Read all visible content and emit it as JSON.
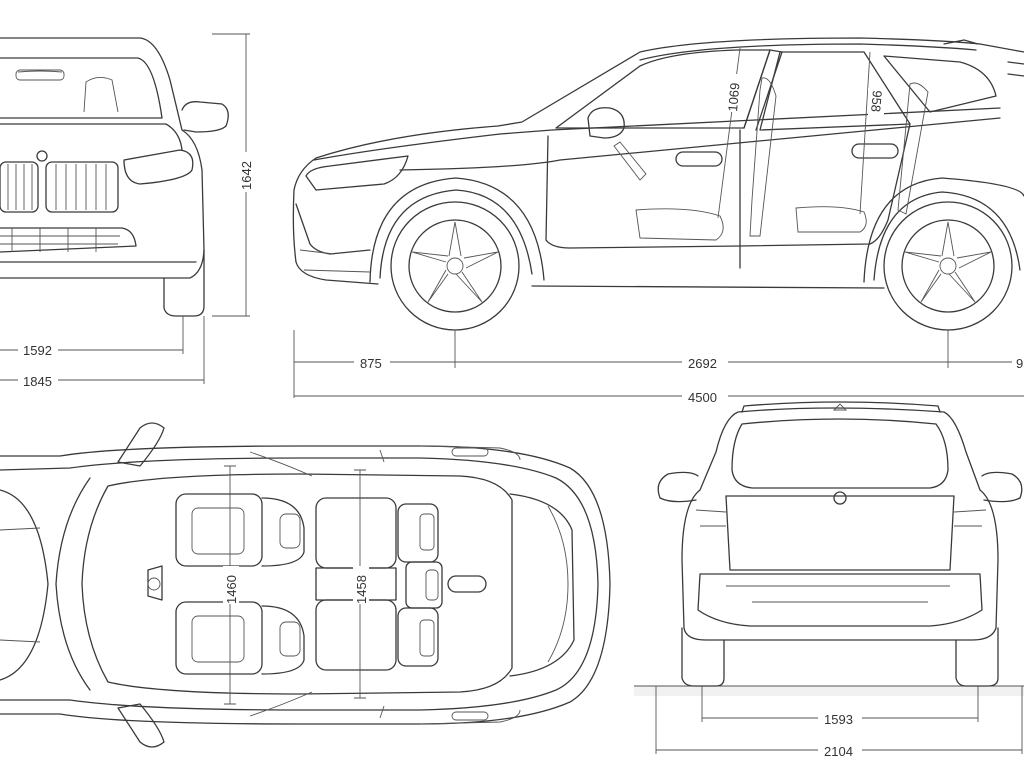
{
  "dimensions": {
    "front_height": "1642",
    "front_track": "1592",
    "front_width": "1845",
    "front_overhang": "875",
    "wheelbase": "2692",
    "rear_overhang_partial": "9",
    "length": "4500",
    "front_headroom": "1069",
    "rear_headroom": "958",
    "front_shoulder": "1460",
    "rear_shoulder": "1458",
    "rear_track": "1593",
    "mirror_width": "2104"
  },
  "colors": {
    "line": "#3a3a3a",
    "dimension": "#555555",
    "background": "#ffffff"
  }
}
